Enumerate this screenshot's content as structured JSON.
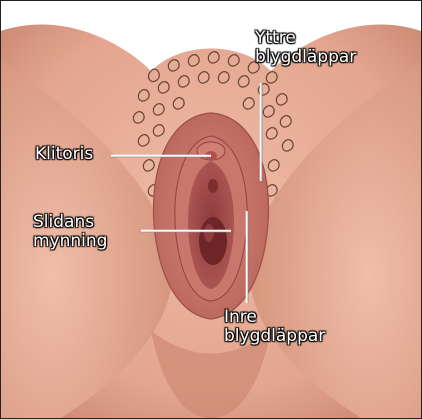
{
  "diagram": {
    "labels": {
      "outer_labia": {
        "line1": "Yttre",
        "line2": "blygdläppar"
      },
      "clitoris": {
        "line1": "Klitoris"
      },
      "vaginal_opening": {
        "line1": "Slidans",
        "line2": "mynning"
      },
      "inner_labia": {
        "line1": "Inre",
        "line2": "blygdläppar"
      }
    },
    "colors": {
      "skin": "#e3a58f",
      "skin_shadow": "#c98570",
      "labia": "#c46a5e",
      "inner": "#a24a48",
      "hair": "#5a3a2a",
      "leader_line": "#ffffff"
    }
  }
}
